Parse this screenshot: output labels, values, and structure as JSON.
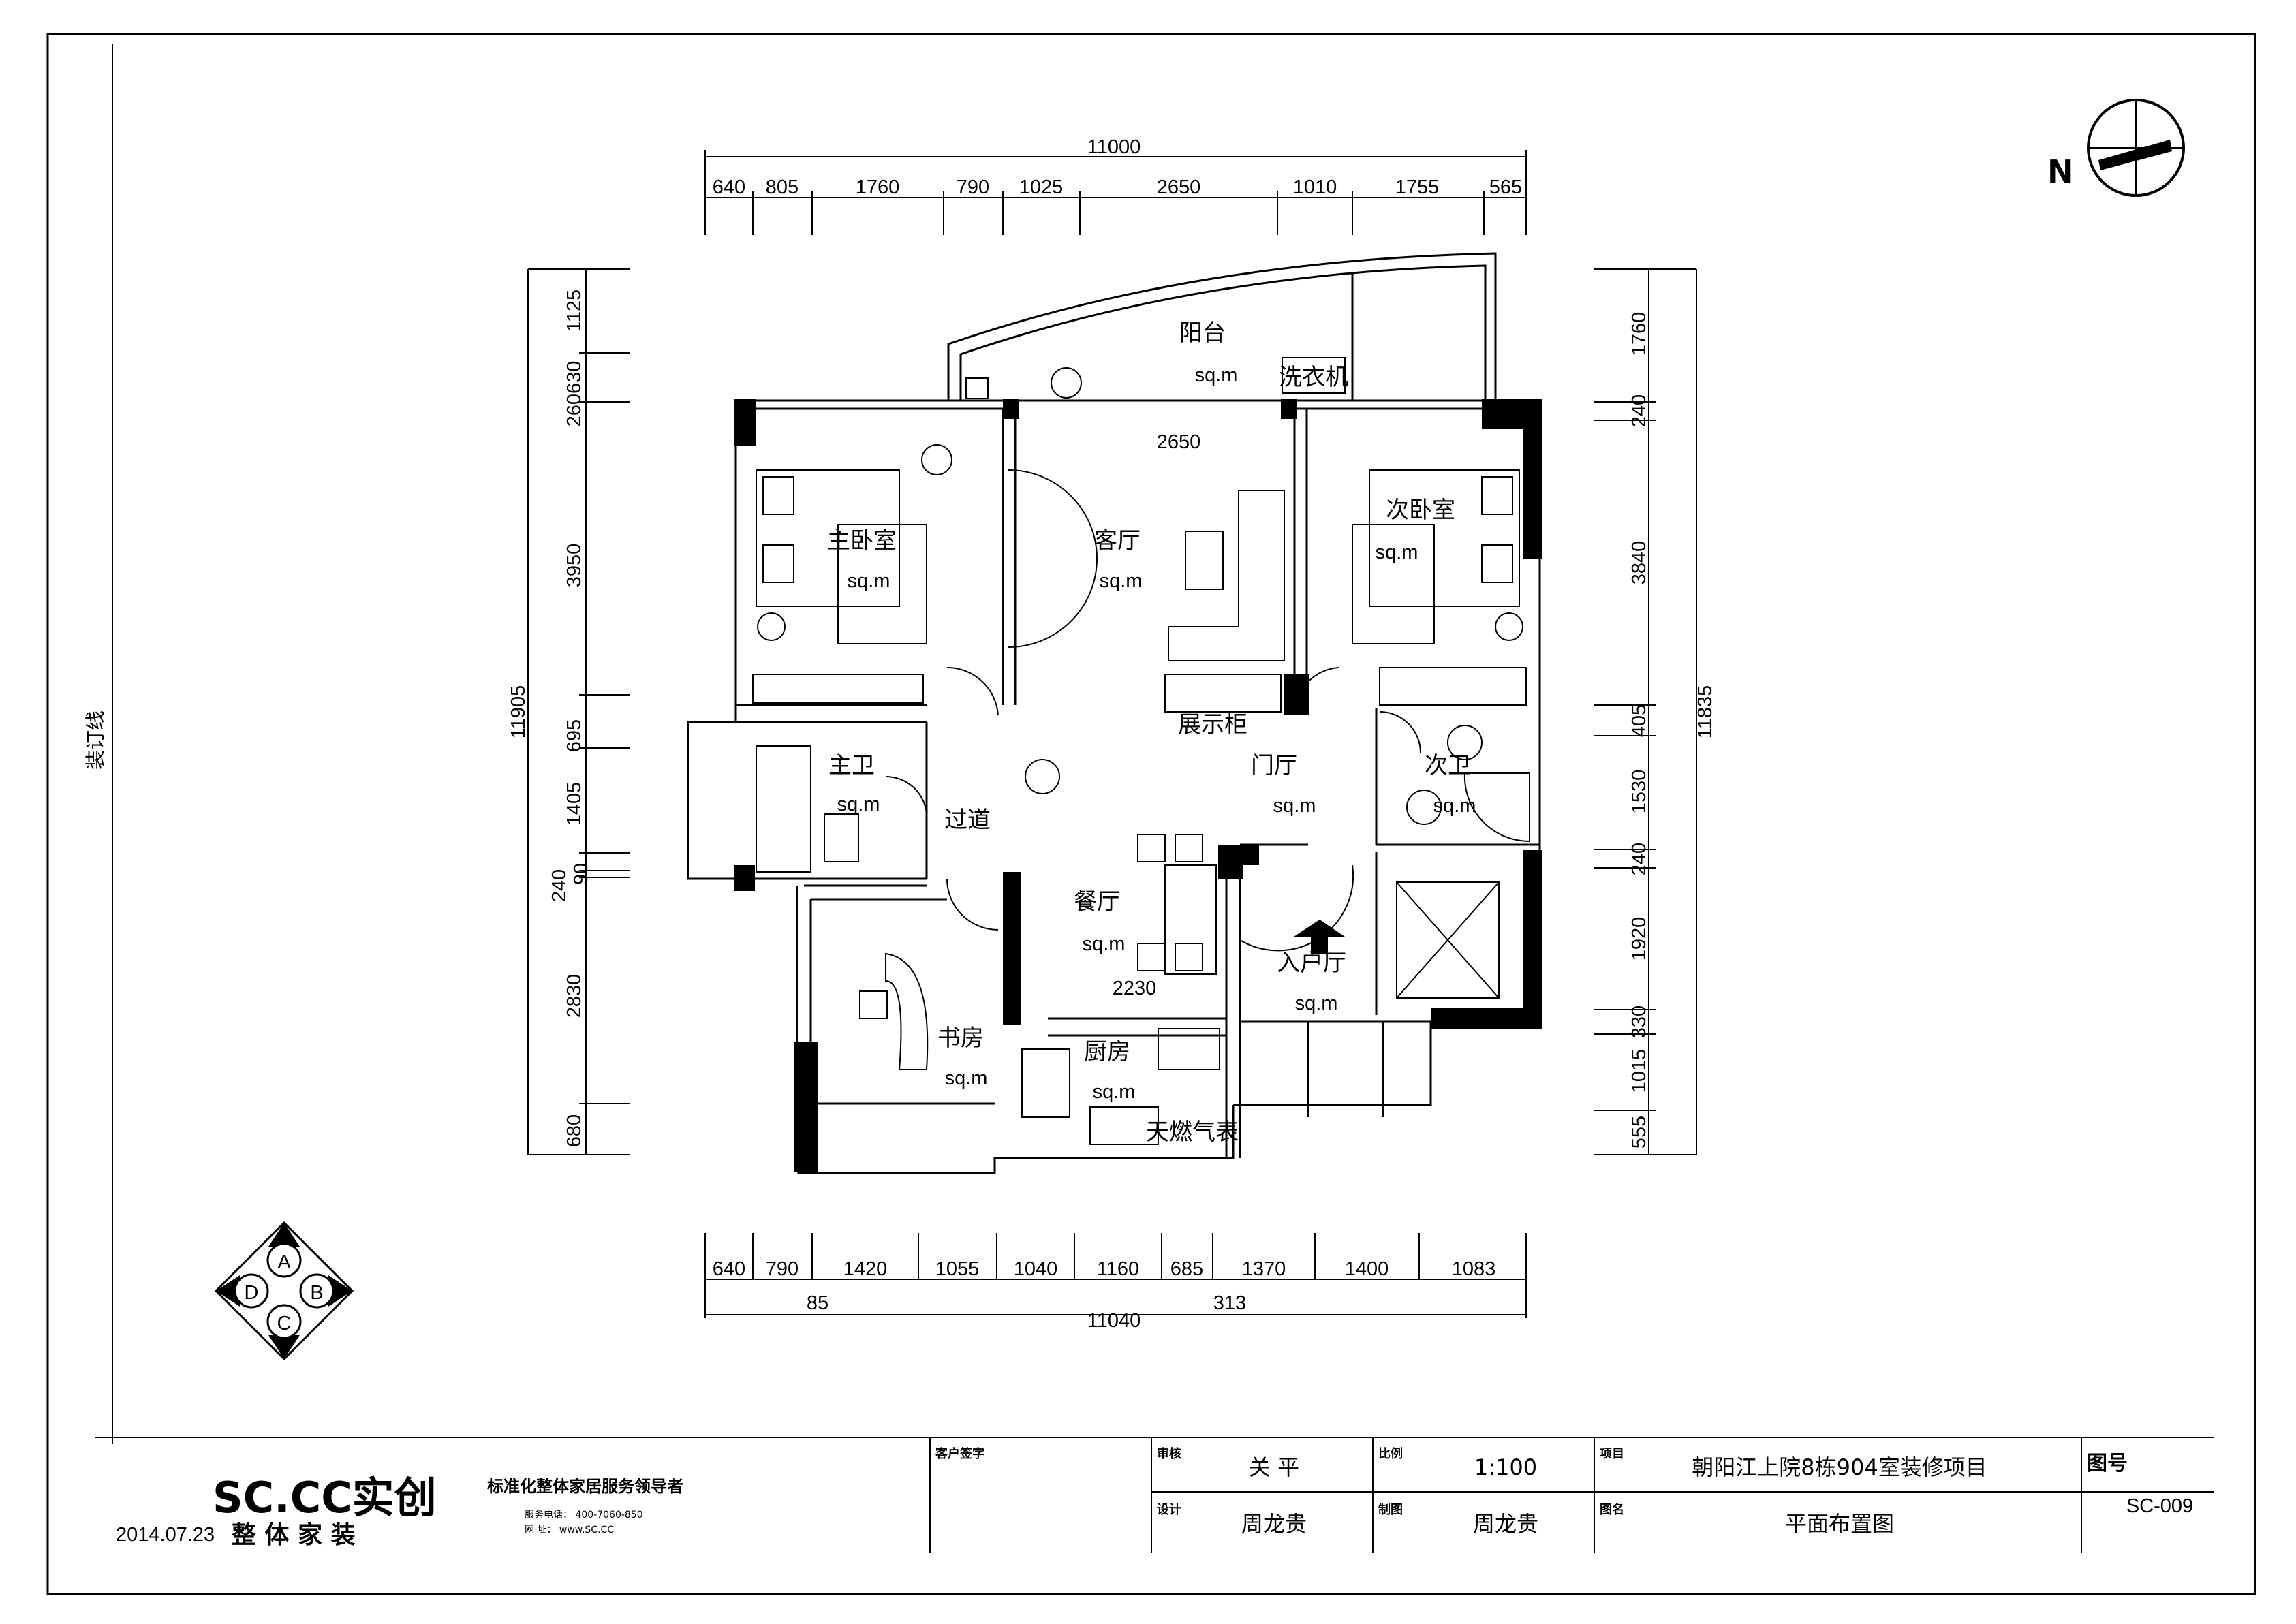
{
  "dimensions": {
    "top_total": "11000",
    "top": [
      "640",
      "805",
      "1760",
      "790",
      "1025",
      "2650",
      "1010",
      "1755",
      "565"
    ],
    "bottom": [
      "640",
      "790",
      "1420",
      "1055",
      "1040",
      "1160",
      "685",
      "1370",
      "1400",
      "1083"
    ],
    "bottom_sub": [
      "85",
      "313"
    ],
    "bottom_total": "11040",
    "left_total": "11905",
    "left": [
      "1125",
      "260630",
      "3950",
      "695",
      "1405",
      "240",
      "90",
      "2830",
      "680"
    ],
    "right_total": "11835",
    "right": [
      "1760",
      "240",
      "3840",
      "405",
      "1530",
      "240",
      "1920",
      "330",
      "1015",
      "555"
    ],
    "inner": [
      "2650",
      "2230"
    ]
  },
  "rooms": {
    "balcony": {
      "name": "阳台",
      "area": "sq.m"
    },
    "washer": "洗衣机",
    "master_bedroom": {
      "name": "主卧室",
      "area": "sq.m"
    },
    "living_room": {
      "name": "客厅",
      "area": "sq.m"
    },
    "second_bedroom": {
      "name": "次卧室",
      "area": "sq.m"
    },
    "display_cabinet": "展示柜",
    "master_bath": {
      "name": "主卫",
      "area": "sq.m"
    },
    "corridor": {
      "name": "过道"
    },
    "foyer": {
      "name": "门厅",
      "area": "sq.m"
    },
    "second_bath": {
      "name": "次卫",
      "area": "sq.m"
    },
    "dining": {
      "name": "餐厅",
      "area": "sq.m"
    },
    "entry": {
      "name": "入户厅",
      "area": "sq.m"
    },
    "study": {
      "name": "书房",
      "area": "sq.m"
    },
    "kitchen": {
      "name": "厨房",
      "area": "sq.m"
    },
    "gas_meter": "天燃气表"
  },
  "side_label": "装订线",
  "compass": {
    "letter": "N"
  },
  "legend": [
    "A",
    "B",
    "C",
    "D"
  ],
  "title_block": {
    "logo": "SC.CC实创",
    "logo_sub": "整 体 家 装",
    "slogan": "标准化整体家居服务领导者",
    "phone": "服务电话： 400-7060-850",
    "web": "网    址： www.SC.CC",
    "date": "2014.07.23",
    "client_sign_label": "客户签字",
    "review_label": "审核",
    "review_value": "关  平",
    "design_label": "设计",
    "design_value": "周龙贵",
    "scale_label": "比例",
    "scale_value": "1:100",
    "draw_label": "制图",
    "draw_value": "周龙贵",
    "project_label": "项目",
    "project_value": "朝阳江上院8栋904室装修项目",
    "drawing_name_label": "图名",
    "drawing_name_value": "平面布置图",
    "drawing_no_label": "图号",
    "drawing_no_value": "SC-009"
  }
}
